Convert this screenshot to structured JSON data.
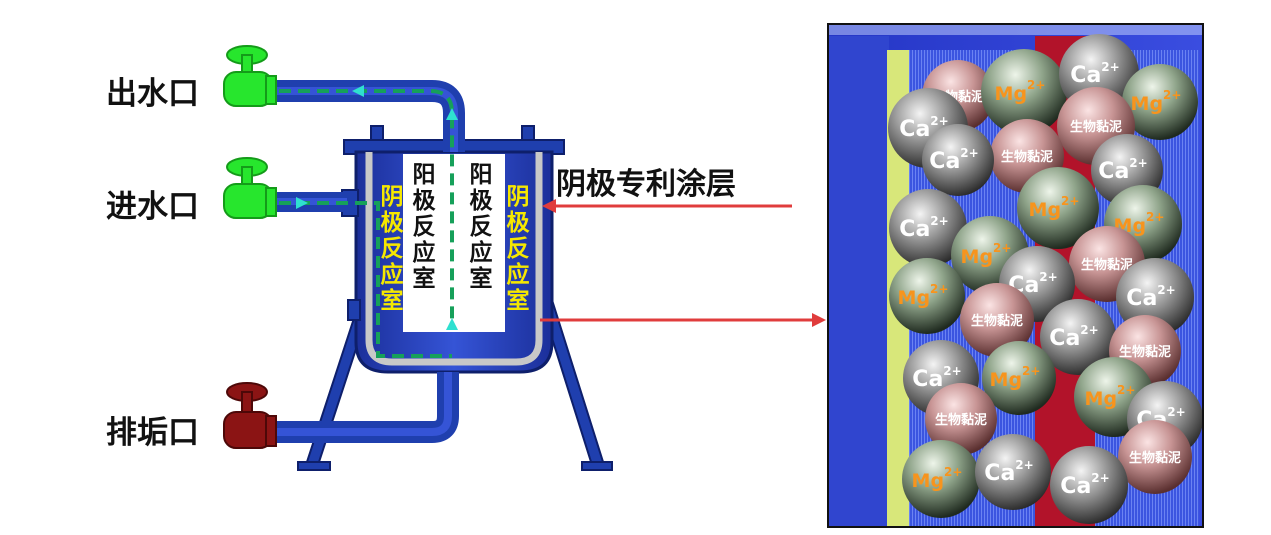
{
  "labels": {
    "outlet": "出水口",
    "inlet": "进水口",
    "drain": "排垢口",
    "coating": "阴极专利涂层",
    "cathode_left": "阴极反应室",
    "anode_a": "阳极反应室",
    "anode_b": "阳极反应室",
    "cathode_right": "阴极反应室"
  },
  "ions": {
    "ca": "Ca",
    "mg": "Mg",
    "charge": "2+",
    "sludge": "生物黏泥"
  },
  "colors": {
    "pipe_blue": "#1f3fae",
    "valve_green": "#27e62d",
    "valve_red": "#8b1414",
    "flow_green": "#16a05a",
    "cathode_text": "#f6e800",
    "arrow_red": "#e03c3c",
    "ion_orange": "#f7941d",
    "photo_blue": "#2a3bd0"
  },
  "icons": [
    "green-valve-icon",
    "red-valve-icon",
    "flow-arrow-icon",
    "pointer-arrow-icon"
  ]
}
